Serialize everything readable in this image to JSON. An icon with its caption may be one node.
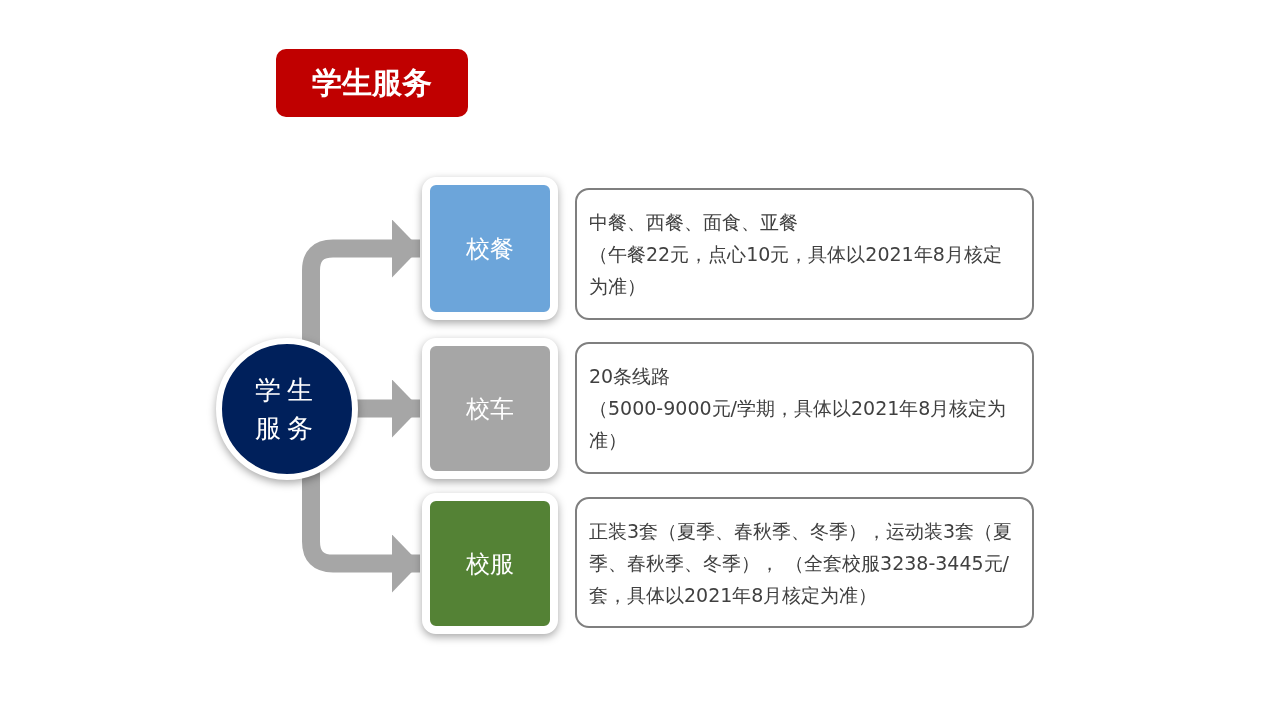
{
  "diagram": {
    "title": "学生服务",
    "nodes": [
      {
        "text": [
          "学生服务"
        ]
      },
      {
        "text": [
          "校餐"
        ]
      },
      {
        "text": [
          "校车"
        ]
      },
      {
        "text": [
          "校服"
        ]
      },
      {
        "text": [
          "中餐、西餐、面食、亚餐",
          "（午餐22元，点心10元，具体以2021年8月核定为准）"
        ]
      },
      {
        "text": [
          "20条线路",
          "（5000-9000元/学期，具体以2021年8月核定为准）"
        ]
      },
      {
        "text": [
          "正装3套（夏季、春秋季、冬季），运动装3套（夏季、春秋季、冬季）， （全套校服3238-3445元/套，具体以2021年8月核定为准）"
        ]
      }
    ],
    "edges": [
      {
        "from": 0,
        "to": 1,
        "arrow": "to"
      },
      {
        "from": 0,
        "to": 2,
        "arrow": "to"
      },
      {
        "from": 0,
        "to": 3,
        "arrow": "to"
      }
    ]
  }
}
